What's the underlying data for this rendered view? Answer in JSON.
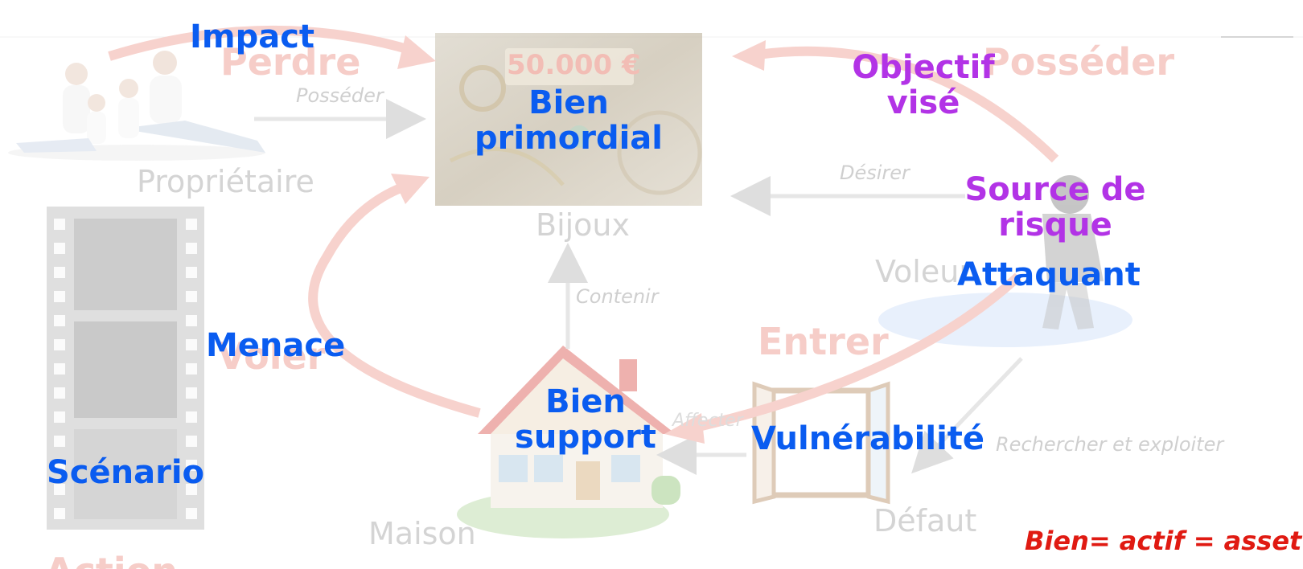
{
  "colors": {
    "concept_blue": "#0a5cf0",
    "concept_purple": "#b233e6",
    "faded_red_arrow": "#f6cdc8",
    "faded_grey": "#d4d4d4",
    "note_red": "#e01a12"
  },
  "background_layer": {
    "owner": {
      "label": "Propriétaire",
      "icon": "family-photo"
    },
    "jewels": {
      "label": "Bijoux",
      "price": "50.000 €",
      "icon": "jewels-photo"
    },
    "thief": {
      "label": "Voleur",
      "icon": "thief-figure"
    },
    "house": {
      "label": "Maison",
      "icon": "house-illustration"
    },
    "flaw": {
      "label": "Défaut",
      "icon": "open-window-illustration"
    },
    "film": {
      "icon": "film-strip"
    },
    "relations": {
      "own": "Posséder",
      "desire": "Désirer",
      "contain": "Contenir",
      "exploit": "Rechercher et exploiter",
      "affect": "Affecter"
    },
    "verbs": {
      "lose": "Perdre",
      "possess": "Posséder",
      "enter": "Entrer",
      "steal": "Voler",
      "action": "Action"
    }
  },
  "concepts": {
    "impact": "Impact",
    "primary_asset_line1": "Bien",
    "primary_asset_line2": "primordial",
    "target_objective_line1": "Objectif",
    "target_objective_line2": "visé",
    "risk_source_line1": "Source de",
    "risk_source_line2": "risque",
    "attacker": "Attaquant",
    "threat": "Menace",
    "supporting_asset_line1": "Bien",
    "supporting_asset_line2": "support",
    "vulnerability": "Vulnérabilité",
    "scenario": "Scénario"
  },
  "footnote": "Bien= actif = asset"
}
